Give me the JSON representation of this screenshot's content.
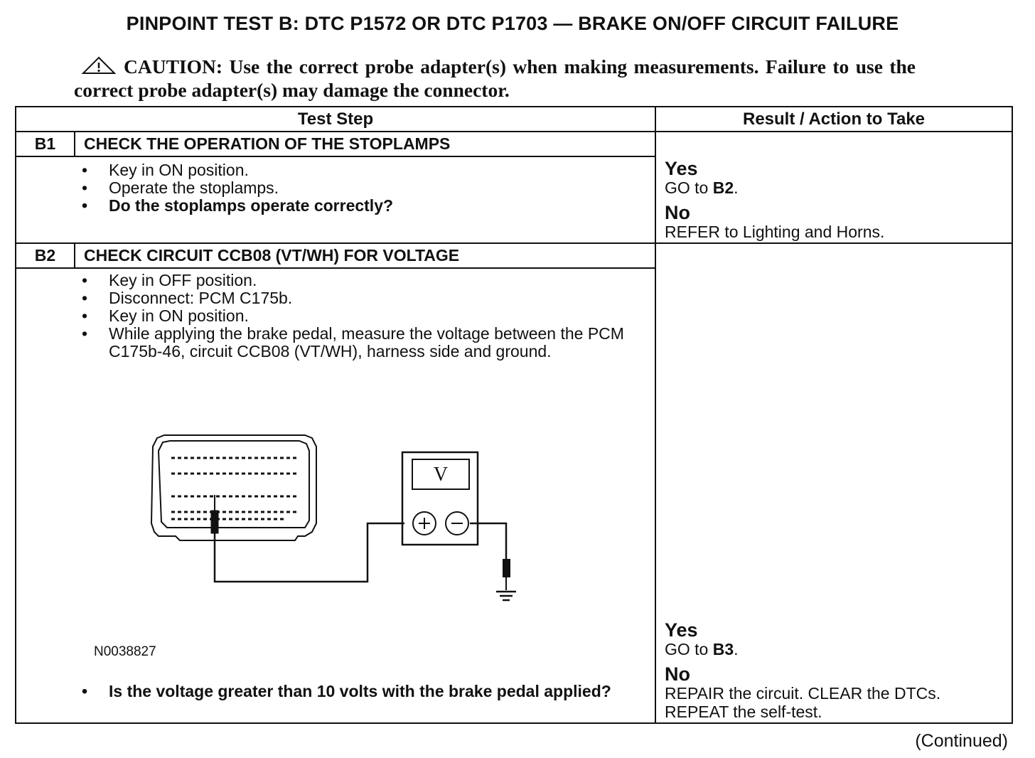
{
  "title": "PINPOINT TEST  B: DTC P1572 OR DTC P1703 — BRAKE ON/OFF CIRCUIT FAILURE",
  "caution": {
    "label": "CAUTION:",
    "text": "Use the correct probe adapter(s) when making measurements. Failure to use the correct probe adapter(s) may damage the connector."
  },
  "table": {
    "header_test_step": "Test Step",
    "header_result": "Result / Action to Take",
    "steps": [
      {
        "id": "B1",
        "title": "CHECK THE OPERATION OF THE STOPLAMPS",
        "bullets": [
          "Key in ON position.",
          "Operate the stoplamps."
        ],
        "question": "Do the stoplamps operate correctly?",
        "yes_label": "Yes",
        "yes_prefix": "GO to ",
        "yes_target": "B2",
        "yes_suffix": ".",
        "no_label": "No",
        "no_text": "REFER to Lighting and Horns."
      },
      {
        "id": "B2",
        "title": "CHECK CIRCUIT CCB08 (VT/WH) FOR VOLTAGE",
        "bullets": [
          "Key in OFF position.",
          "Disconnect: PCM C175b.",
          "Key in ON position.",
          "While applying the brake pedal, measure the voltage between the PCM C175b-46, circuit CCB08 (VT/WH), harness side and ground."
        ],
        "figure_id": "N0038827",
        "meter_symbol": "V",
        "question": "Is the voltage greater than 10 volts with the brake pedal applied?",
        "yes_label": "Yes",
        "yes_prefix": "GO to ",
        "yes_target": "B3",
        "yes_suffix": ".",
        "no_label": "No",
        "no_text_1": "REPAIR the circuit. CLEAR the DTCs.",
        "no_text_2": "REPEAT the self-test."
      }
    ]
  },
  "footer": "(Continued)"
}
